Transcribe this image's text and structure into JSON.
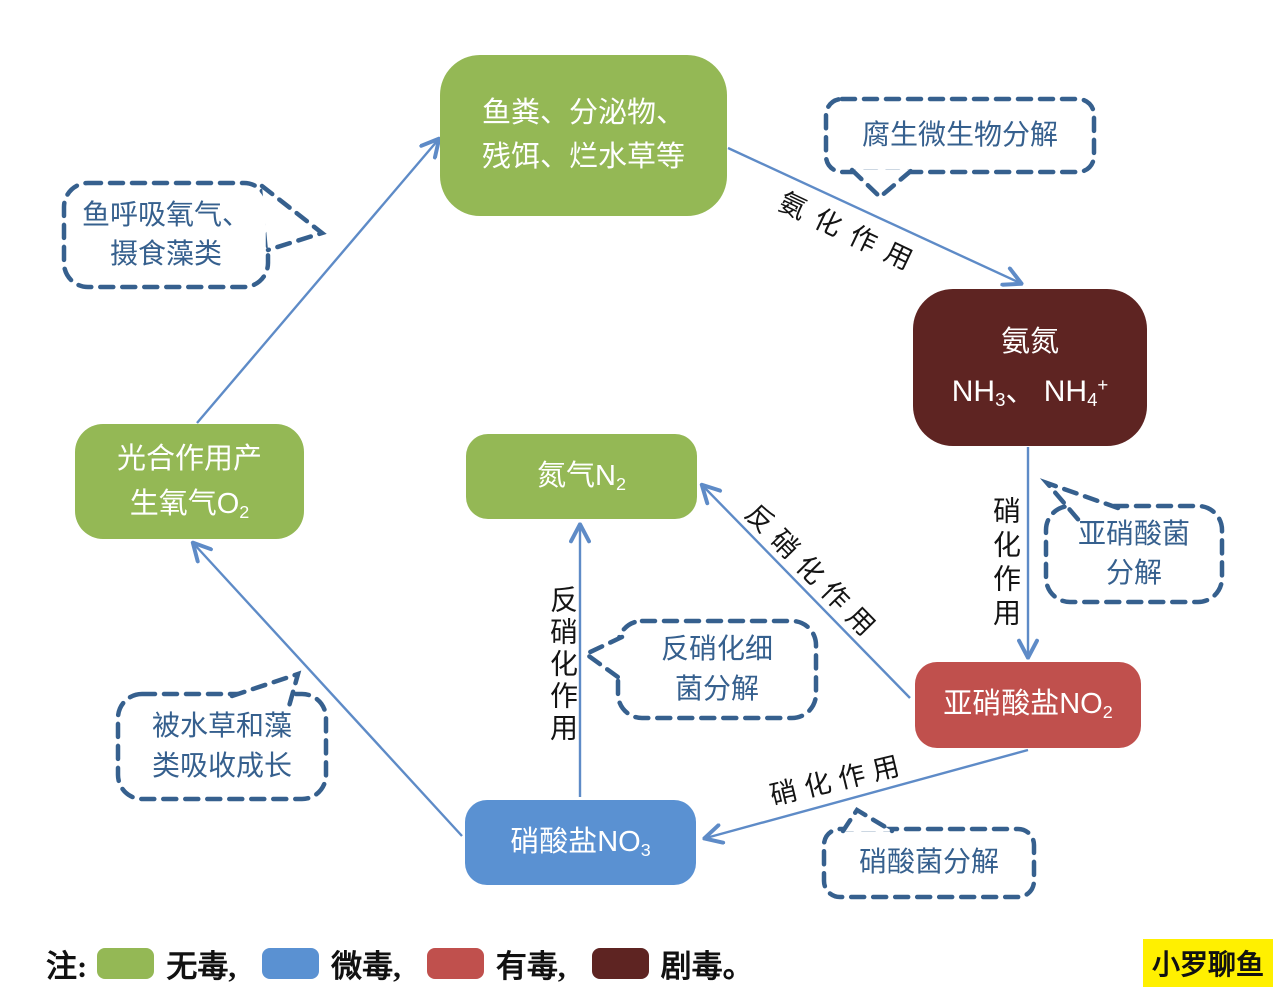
{
  "palette": {
    "non_toxic_green": "#94B855",
    "mild_toxic_blue": "#5A91D2",
    "toxic_red": "#C0504D",
    "highly_toxic_dark_red": "#5E2422",
    "callout_navy": "#36608E",
    "arrow_blue": "#5E8BC7",
    "watermark_yellow": "#FFF000"
  },
  "boxes": {
    "waste": {
      "line1": "鱼粪、分泌物、",
      "line2": "残饵、烂水草等"
    },
    "ammonia": {
      "title": "氨氮",
      "f1": "NH",
      "sub1": "3",
      "f2": "、 NH",
      "sub2": "4",
      "sup": "+"
    },
    "nitrite": {
      "base": "亚硝酸盐NO",
      "sub": "2"
    },
    "nitrate": {
      "base": "硝酸盐NO",
      "sub": "3"
    },
    "nitrogen_gas": {
      "base": "氮气N",
      "sub": "2"
    },
    "oxygen": {
      "line1": "光合作用产",
      "line2_base": "生氧气O",
      "line2_sub": "2"
    }
  },
  "callouts": {
    "saprophytic": {
      "text": "腐生微生物分解"
    },
    "fish_breathe": {
      "line1": "鱼呼吸氧气、",
      "line2": "摄食藻类"
    },
    "nitrosomonas": {
      "line1": "亚硝酸菌",
      "line2": "分解"
    },
    "denitrifying": {
      "line1": "反硝化细",
      "line2": "菌分解"
    },
    "absorbed": {
      "line1": "被水草和藻",
      "line2": "类吸收成长"
    },
    "nitrobacter": {
      "text": "硝酸菌分解"
    }
  },
  "arrow_labels": {
    "ammonification": "氨化作用",
    "nitrification_right": "硝化作用",
    "nitrification_bottom": "硝化作用",
    "denitrification_vertical": "反硝化作用",
    "denitrification_diagonal": "反硝化作用"
  },
  "legend": {
    "prefix": "注:",
    "items": [
      {
        "label": "无毒,",
        "color": "#94B855"
      },
      {
        "label": "微毒,",
        "color": "#5A91D2"
      },
      {
        "label": "有毒,",
        "color": "#C0504D"
      },
      {
        "label": "剧毒。",
        "color": "#5E2422"
      }
    ]
  },
  "watermark": {
    "text": "小罗聊鱼"
  }
}
